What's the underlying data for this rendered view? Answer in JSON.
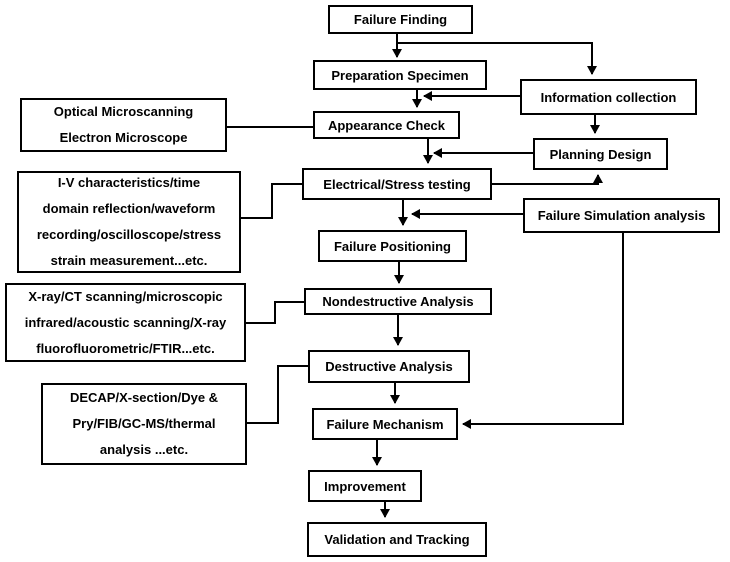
{
  "diagram": {
    "colors": {
      "line": "#000000",
      "box_border": "#000000",
      "box_bg": "#ffffff",
      "text": "#000000",
      "background": "#ffffff"
    },
    "nodes": {
      "failure_finding": {
        "label": "Failure Finding"
      },
      "preparation_specimen": {
        "label": "Preparation Specimen"
      },
      "information_collection": {
        "label": "Information collection"
      },
      "appearance_check": {
        "label": "Appearance Check"
      },
      "planning_design": {
        "label": "Planning Design"
      },
      "electrical_stress_testing": {
        "label": "Electrical/Stress testing"
      },
      "failure_simulation_analysis": {
        "label": "Failure Simulation analysis"
      },
      "failure_positioning": {
        "label": "Failure Positioning"
      },
      "nondestructive_analysis": {
        "label": "Nondestructive Analysis"
      },
      "destructive_analysis": {
        "label": "Destructive Analysis"
      },
      "failure_mechanism": {
        "label": "Failure Mechanism"
      },
      "improvement": {
        "label": "Improvement"
      },
      "validation_and_tracking": {
        "label": "Validation and Tracking"
      },
      "optical_methods": {
        "lines": [
          "Optical Microscanning",
          "Electron Microscope"
        ]
      },
      "electrical_methods": {
        "lines": [
          "I-V characteristics/time",
          "domain reflection/waveform",
          "recording/oscilloscope/stress",
          "strain measurement...etc."
        ]
      },
      "nondestructive_methods": {
        "lines": [
          "X-ray/CT scanning/microscopic",
          "infrared/acoustic scanning/X-ray",
          "fluorofluorometric/FTIR...etc."
        ]
      },
      "destructive_methods": {
        "lines": [
          "DECAP/X-section/Dye &",
          "Pry/FIB/GC-MS/thermal",
          "analysis ...etc."
        ]
      }
    }
  }
}
